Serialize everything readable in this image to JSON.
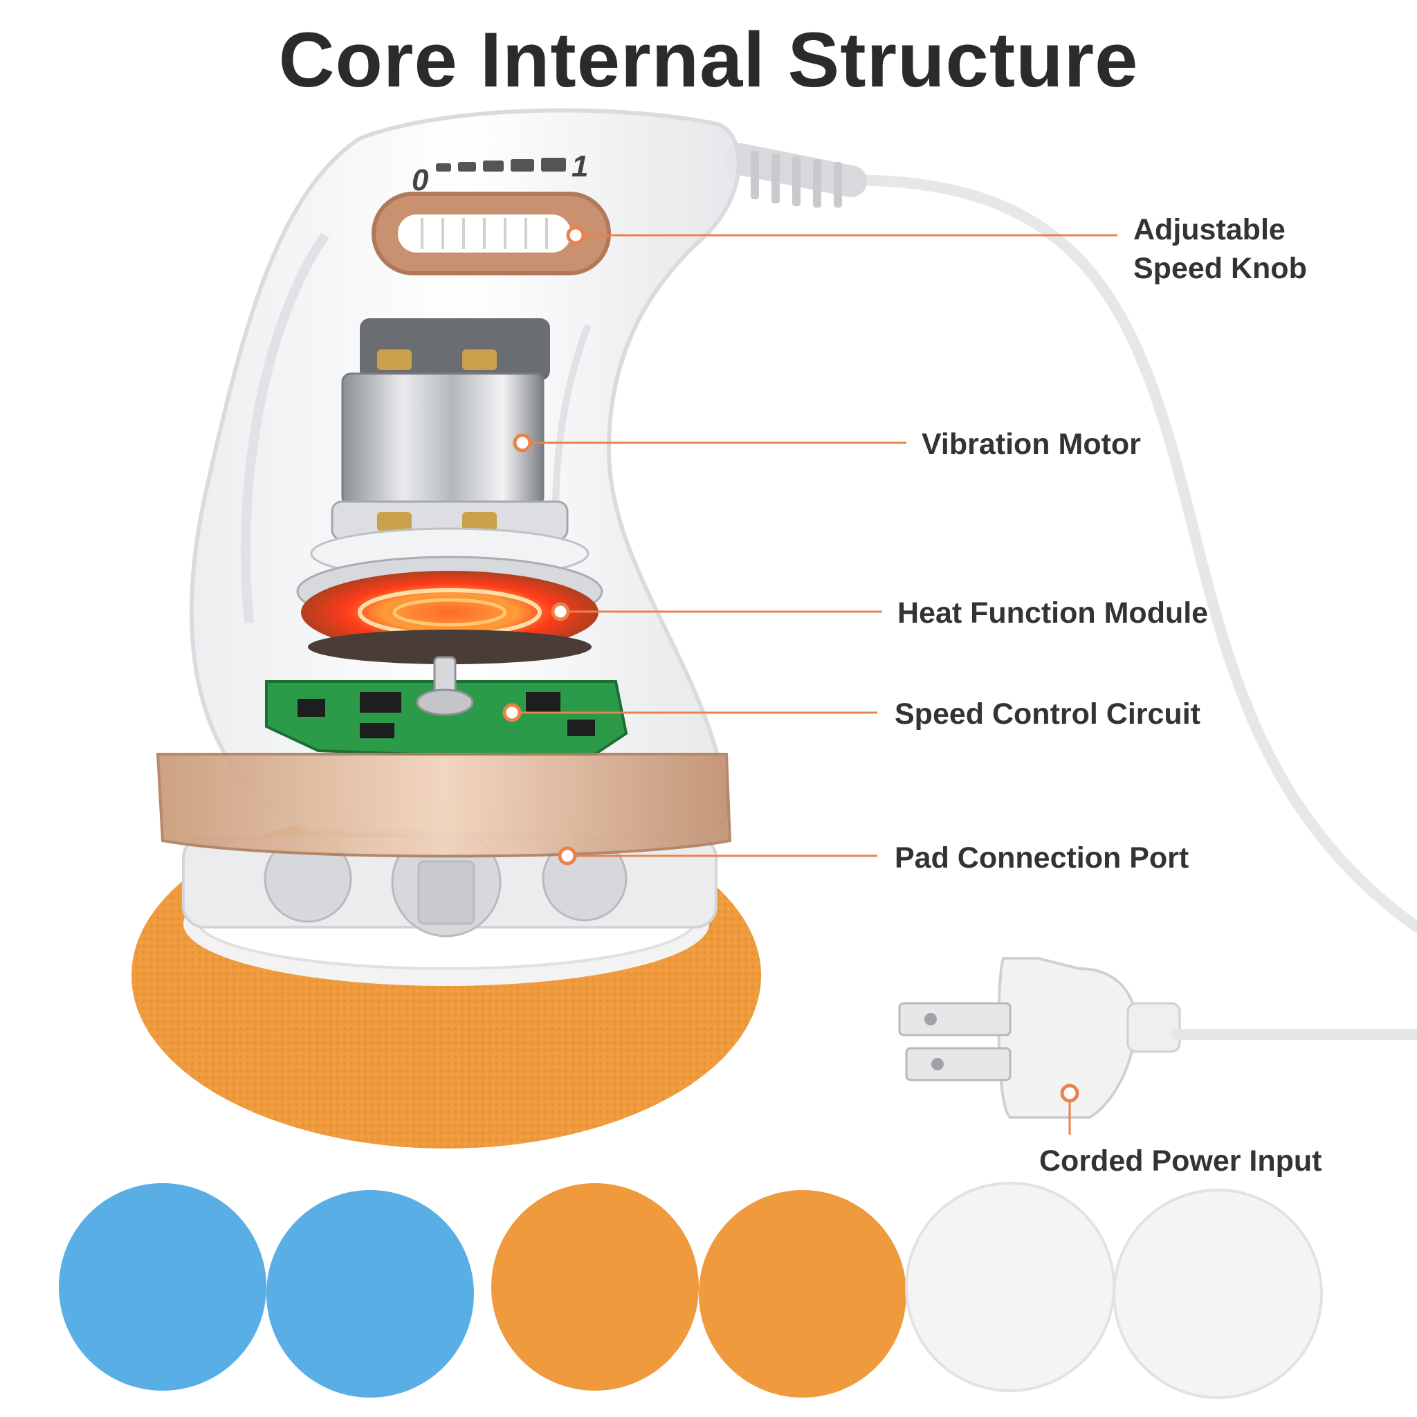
{
  "title": "Core Internal Structure",
  "accent_color": "#e9834a",
  "speed_scale": {
    "min": "0",
    "max": "1"
  },
  "callouts": [
    {
      "id": "knob",
      "lines": [
        "Adjustable",
        "Speed Knob"
      ]
    },
    {
      "id": "motor",
      "lines": [
        "Vibration Motor"
      ]
    },
    {
      "id": "heat",
      "lines": [
        "Heat Function Module"
      ]
    },
    {
      "id": "circuit",
      "lines": [
        "Speed Control Circuit"
      ]
    },
    {
      "id": "port",
      "lines": [
        "Pad Connection Port"
      ]
    },
    {
      "id": "power",
      "lines": [
        "Corded Power Input"
      ]
    }
  ],
  "pads": [
    {
      "color": "#5aaee6"
    },
    {
      "color": "#5aaee6"
    },
    {
      "color": "#ef9a3c"
    },
    {
      "color": "#ef9a3c"
    },
    {
      "color": "#f4f4f4"
    },
    {
      "color": "#f4f4f4"
    }
  ]
}
